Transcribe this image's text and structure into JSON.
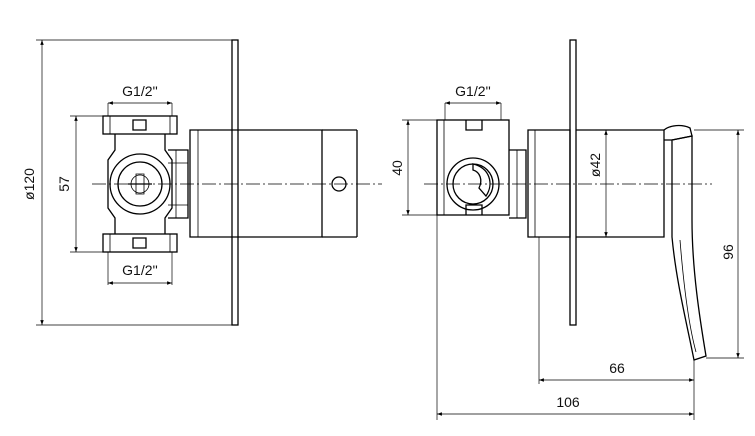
{
  "front_view": {
    "dim_thread_top": "G1/2''",
    "dim_thread_bottom": "G1/2''",
    "dim_diameter_plate": "ø120",
    "dim_body_height": "57"
  },
  "side_view": {
    "dim_thread": "G1/2''",
    "dim_height": "40",
    "dim_diameter_body": "ø42",
    "dim_handle_height": "96",
    "dim_handle_depth": "66",
    "dim_total_depth": "106"
  }
}
